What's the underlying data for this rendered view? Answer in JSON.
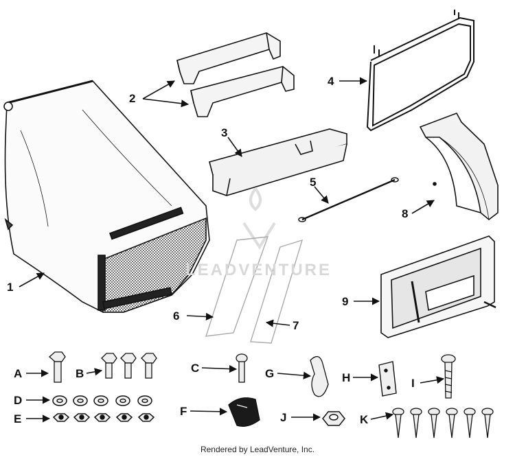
{
  "diagram": {
    "callouts": {
      "c1": "1",
      "c2": "2",
      "c3": "3",
      "c4": "4",
      "c5": "5",
      "c6": "6",
      "c7": "7",
      "c8": "8",
      "c9": "9",
      "cA": "A",
      "cB": "B",
      "cC": "C",
      "cD": "D",
      "cE": "E",
      "cF": "F",
      "cG": "G",
      "cH": "H",
      "cI": "I",
      "cJ": "J",
      "cK": "K"
    },
    "watermark": "LEADVENTURE",
    "footer": "Rendered by LeadVenture, Inc.",
    "colors": {
      "ink": "#111111",
      "watermark": "#d8d8d8",
      "background": "#ffffff"
    }
  }
}
